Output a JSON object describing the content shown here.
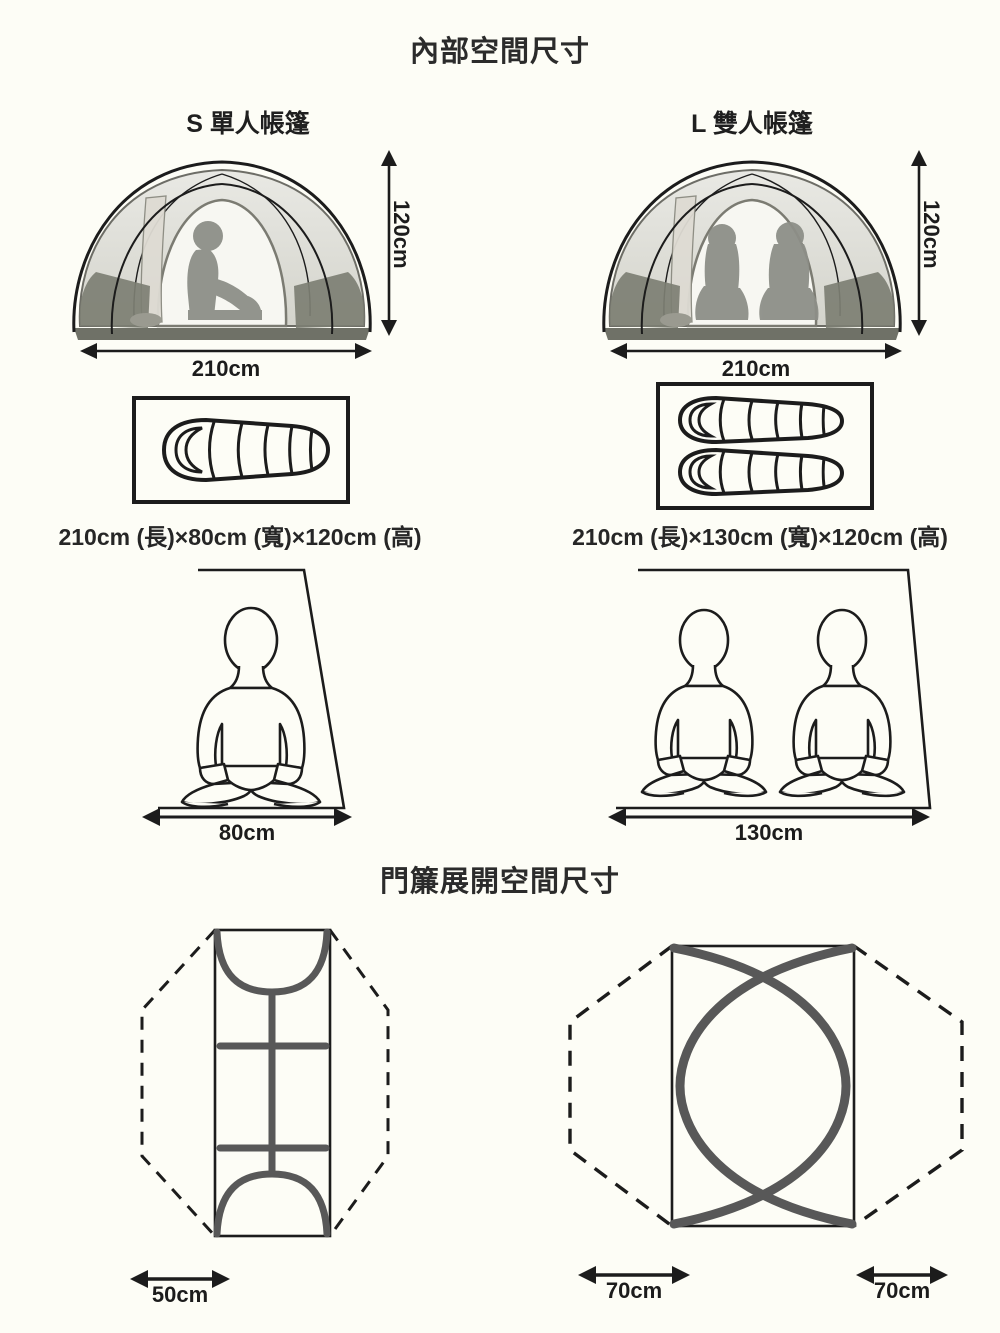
{
  "page": {
    "background_color": "#fdfdf6",
    "ink_color": "#1c1c1c",
    "pole_color": "#585858"
  },
  "sections": {
    "interior": {
      "title": "內部空間尺寸",
      "columns": [
        {
          "heading": "S 單人帳篷",
          "tent_view_label": "single-person-tent-illustration",
          "occupants": 1,
          "width_label": "210cm",
          "height_label": "120cm",
          "sleeping_bags": 1,
          "dimension_text": "210cm (長)×80cm (寬)×120cm (高)",
          "floor_width_label": "80cm",
          "floor_occupants": 1
        },
        {
          "heading": "L 雙人帳篷",
          "tent_view_label": "double-person-tent-illustration",
          "occupants": 2,
          "width_label": "210cm",
          "height_label": "120cm",
          "sleeping_bags": 2,
          "dimension_text": "210cm (長)×130cm (寬)×120cm (高)",
          "floor_width_label": "130cm",
          "floor_occupants": 2
        }
      ]
    },
    "vestibule": {
      "title": "門簾展開空間尺寸",
      "plans": [
        {
          "plan_name": "single-tent-vestibule-plan",
          "labels": [
            "50cm"
          ]
        },
        {
          "plan_name": "double-tent-vestibule-plan",
          "labels": [
            "70cm",
            "70cm"
          ]
        }
      ]
    }
  }
}
